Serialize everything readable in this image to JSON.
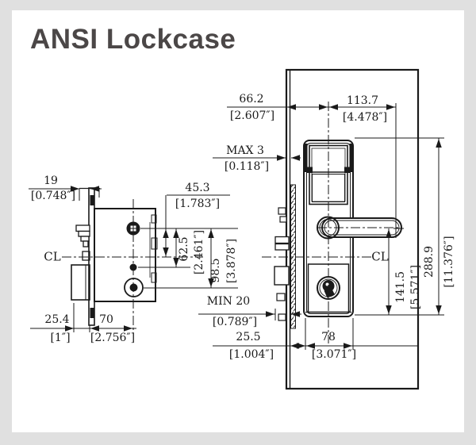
{
  "title": "ANSI Lockcase",
  "colors": {
    "background": "#e0e0e0",
    "panel": "#ffffff",
    "line": "#1a1a1a",
    "title": "#4b4747"
  },
  "side_view": {
    "cl_label": "CL",
    "dims": {
      "faceplate_lip": {
        "mm": "19",
        "inch": "[0.748″]"
      },
      "hub_to_cl": {
        "mm": "45.3",
        "inch": "[1.783″]"
      },
      "hub_to_stop": {
        "mm": "62.5",
        "inch": "[2.461″]"
      },
      "hub_to_cylinder": {
        "mm": "98.5",
        "inch": "[3.878″]"
      },
      "faceplate_width": {
        "mm": "25.4",
        "inch": "[1″]"
      },
      "backset": {
        "mm": "70",
        "inch": "[2.756″]"
      }
    }
  },
  "front_view": {
    "cl_label": "CL",
    "dims": {
      "edge_to_centerline": {
        "mm": "66.2",
        "inch": "[2.607″]"
      },
      "centerline_to_inside": {
        "mm": "113.7",
        "inch": "[4.478″]"
      },
      "max_projection": {
        "mm": "MAX 3",
        "inch": "[0.118″]"
      },
      "min_door_edge": {
        "mm": "MIN 20",
        "inch": "[0.789″]"
      },
      "edge_to_plate": {
        "mm": "25.5",
        "inch": "[1.004″]"
      },
      "plate_width": {
        "mm": "78",
        "inch": "[3.071″]"
      },
      "cl_to_plate_bottom": {
        "mm": "141.5",
        "inch": "[5.571″]"
      },
      "plate_height": {
        "mm": "288.9",
        "inch": "[11.376″]"
      }
    }
  }
}
